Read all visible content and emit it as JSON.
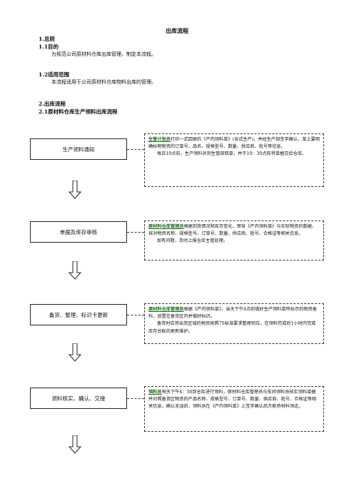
{
  "doc": {
    "title": "出库流程",
    "s1": "1.总则",
    "s1_1": "1.1目的",
    "s1_1_text": "为规范公司原材料仓库出库管理，制定本流程。",
    "s1_2": "1.2适用范围",
    "s1_2_text": "本流程适用于公司原材料仓库物料出库的管理。",
    "s2": "2.出库流程",
    "s2_1": "2.1原材料仓库生产领料出库流程"
  },
  "steps": [
    {
      "label": "生产领料通知",
      "role": "生管计划员",
      "text1": "打印一式四联的《产内领料单》(含试生产)，并经生产部签字确认，单上要明确标明物资的订单号、品名、规格型号、数量、供应商、批号等信息。",
      "text2": "每日10点前，生产领料员到生管部取单，并于10：30点前将单据交给仓库。"
    },
    {
      "label": "单据及库存审核",
      "role": "原材料仓库管理员",
      "text1": "根据到货情况和库存变化，审核《产内领料单》与实际物资的数据，核对物资名称、规格型号、订单号、数量、供应商、批号、合格证等相关信息。",
      "text2": "如有问题，及时上报仓库主管处理。"
    },
    {
      "label": "备货、整理、标识卡更新",
      "role": "原材料仓库管理员",
      "text1": "根据《产内领料单》，当天下午4点前做好生产领料单所标示的物资备料，放置在备货区内并做好标识。",
      "text2": "备货时应将出货区域的物资按照7S标准要求整理到位，在领料完成后1小时内完成库存台账的更新维护。"
    },
    {
      "label": "领料核实、确认、交接",
      "role": "领料员",
      "text1": "每天下午4：30到仓库进行领料，原材料仓库管理员与车间领料员核实领料单据并对照备货区物资的产品名称、规格型号、订单号、数量、供应商、批号、合格证等相关信息，确认无误后，领料员在《产内领料单》上签字确认后方能将材料领走。"
    }
  ],
  "icons": {
    "arrow": "hollow-down-arrow-icon"
  }
}
